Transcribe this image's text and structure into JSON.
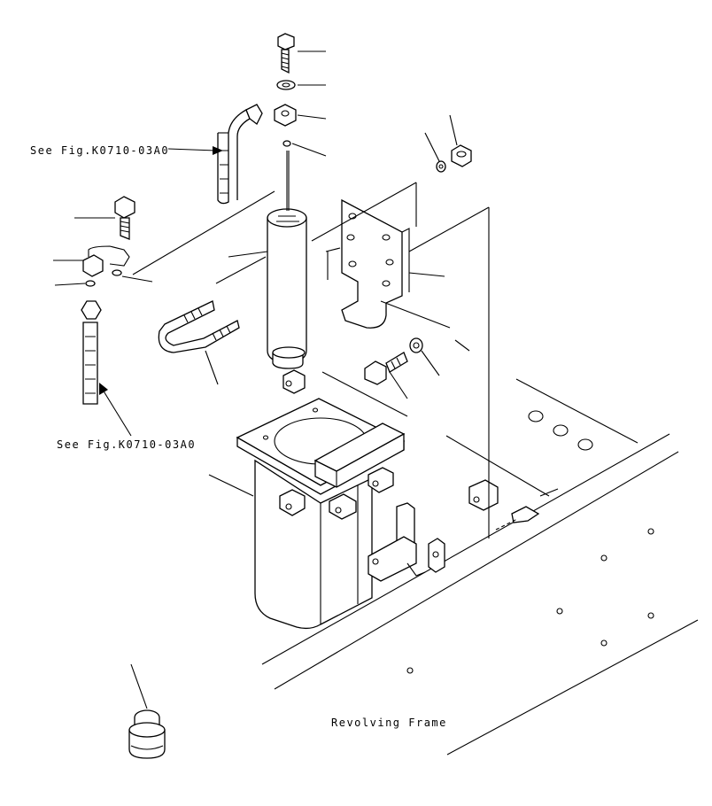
{
  "labels": {
    "ref_top": "See Fig.K0710-03A0",
    "ref_bottom": "See Fig.K0710-03A0",
    "frame": "Revolving Frame"
  }
}
